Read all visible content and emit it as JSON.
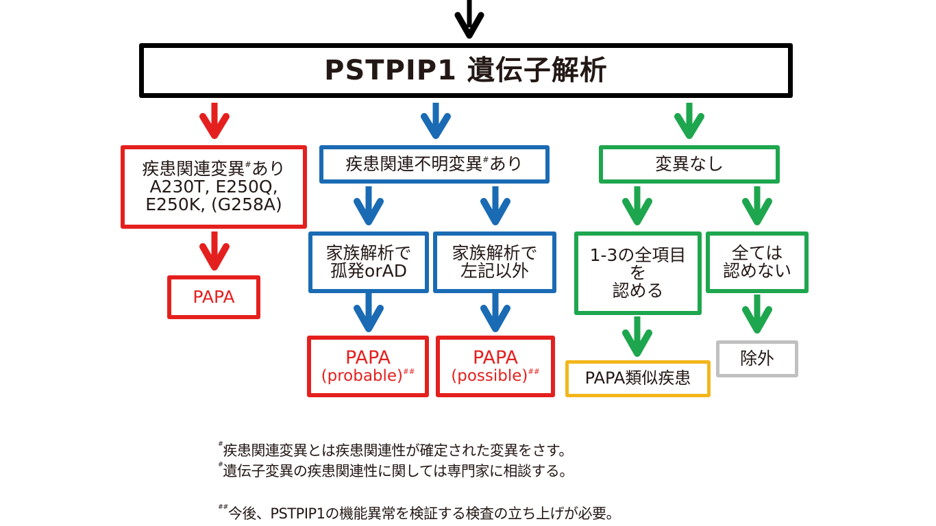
{
  "colors": {
    "root": "#000000",
    "confirmed": "#e4201e",
    "unknown": "#1a6bb3",
    "none": "#1ea64e",
    "similar": "#f2b61c",
    "excluded": "#c0c0c0",
    "text": "#231815"
  },
  "root": {
    "label": "PSTPIP1 遺伝子解析"
  },
  "branches": {
    "confirmed": {
      "label_main": "疾患関連変異",
      "label_mark": "#",
      "label_tail": "あり",
      "variants_line1": "A230T, E250Q,",
      "variants_line2": "E250K, (G258A)",
      "result": "PAPA"
    },
    "unknown": {
      "label_main": "疾患関連不明変異",
      "label_mark": "#",
      "label_tail": "あり",
      "left": {
        "line1": "家族解析で",
        "line2": "孤発orAD",
        "result_title": "PAPA",
        "result_sub": "(probable)",
        "result_mark": "##"
      },
      "right": {
        "line1": "家族解析で",
        "line2": "左記以外",
        "result_title": "PAPA",
        "result_sub": "(possible)",
        "result_mark": "##"
      }
    },
    "none": {
      "label": "変異なし",
      "left": {
        "line1": "1-3の全項目",
        "line2": "を",
        "line3": "認める",
        "result": "PAPA類似疾患"
      },
      "right": {
        "line1": "全ては",
        "line2": "認めない",
        "result": "除外"
      }
    }
  },
  "notes": {
    "note1_mark": "#",
    "note1": "疾患関連変異とは疾患関連性が確定された変異をさす。",
    "note2_mark": "#",
    "note2": "遺伝子変異の疾患関連性に関しては専門家に相談する。",
    "note3_mark": "##",
    "note3": "今後、PSTPIP1の機能異常を検証する検査の立ち上げが必要。"
  }
}
